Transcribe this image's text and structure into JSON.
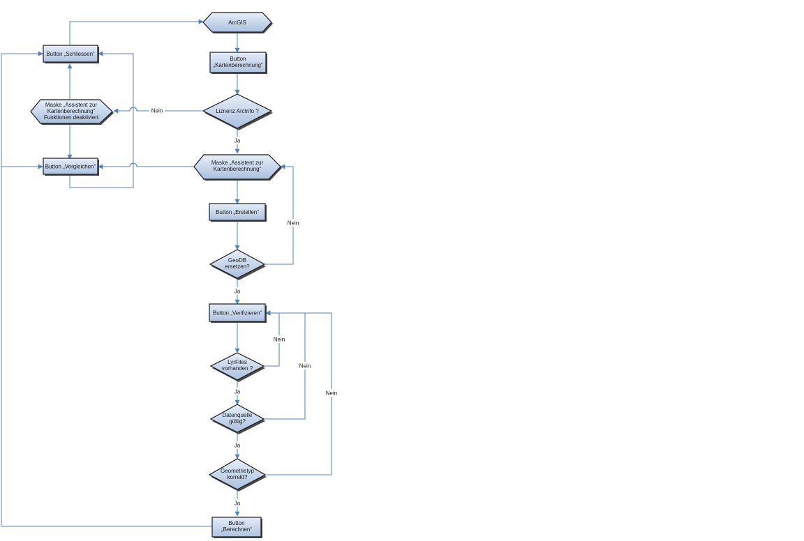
{
  "nodes": {
    "arcgis": [
      "ArcGIS"
    ],
    "btn_kartenberechnung": [
      "Button",
      "„Kartenberechnung“"
    ],
    "lizenz": [
      "Liznenz ArcInfo ?"
    ],
    "maske_assistent": [
      "Maske „Assistent zur",
      "Kartenberechnung“"
    ],
    "btn_erstellen": [
      "Button „Erstellen“"
    ],
    "geodb": [
      "GeoDB",
      "ersetzen?"
    ],
    "btn_verifizieren": [
      "Button „Verifizieren“"
    ],
    "lyrfiles": [
      "LyrFiles",
      "vorhanden ?"
    ],
    "datenquelle": [
      "Datenquelle",
      "gültig?"
    ],
    "geometrietyp": [
      "Geometrietyp",
      "korrekt?"
    ],
    "btn_berechnen": [
      "Button",
      "„Berechnen“"
    ],
    "btn_schliessen": [
      "Button „Schliessen“"
    ],
    "maske_deaktiviert": [
      "Maske „Assistent zur",
      "Kartenberechnung“",
      "Funktionen deaktiviert"
    ],
    "btn_vergleichen": [
      "Button „Vergleichen“"
    ]
  },
  "edge_labels": {
    "lizenz_nein": "Nein",
    "lizenz_ja": "Ja",
    "geodb_nein": "Nein",
    "geodb_ja": "Ja",
    "lyr_nein": "Nein",
    "lyr_ja": "Ja",
    "daten_nein": "Nein",
    "daten_ja": "Ja",
    "geo_nein": "Nein",
    "geo_ja": "Ja"
  },
  "colors": {
    "connector": "#4f81bd",
    "shape_fill_light": "#e4ecf7",
    "shape_fill_dark": "#aec3e0",
    "outline": "#1a1a1a"
  }
}
